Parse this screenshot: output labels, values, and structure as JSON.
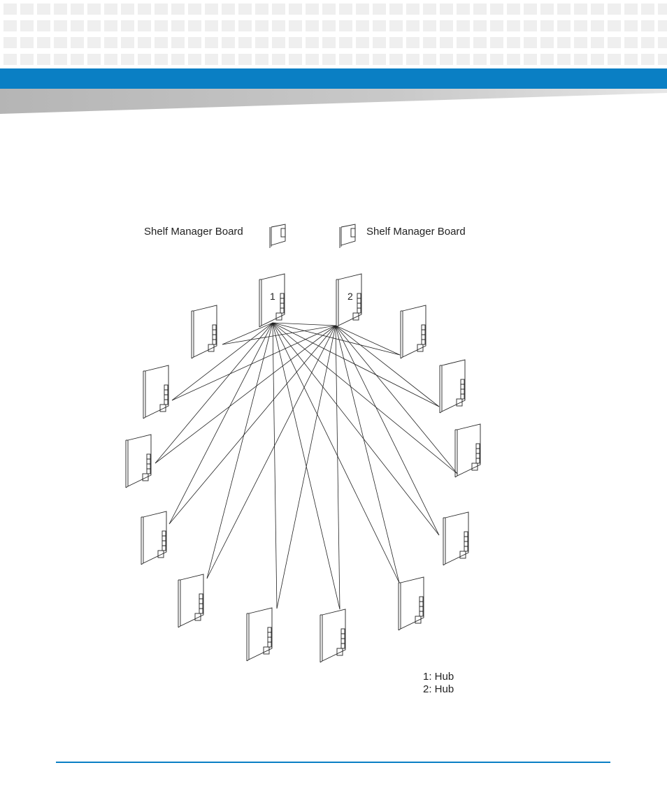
{
  "labels": {
    "shelf_manager_left": "Shelf Manager Board",
    "shelf_manager_right": "Shelf Manager Board",
    "hub1_number": "1",
    "hub2_number": "2"
  },
  "legend": {
    "hub1": "1: Hub",
    "hub2": "2: Hub"
  },
  "colors": {
    "header_blue": "#0a7fc4",
    "header_gray": "#b8b8b8",
    "line": "#222222"
  }
}
